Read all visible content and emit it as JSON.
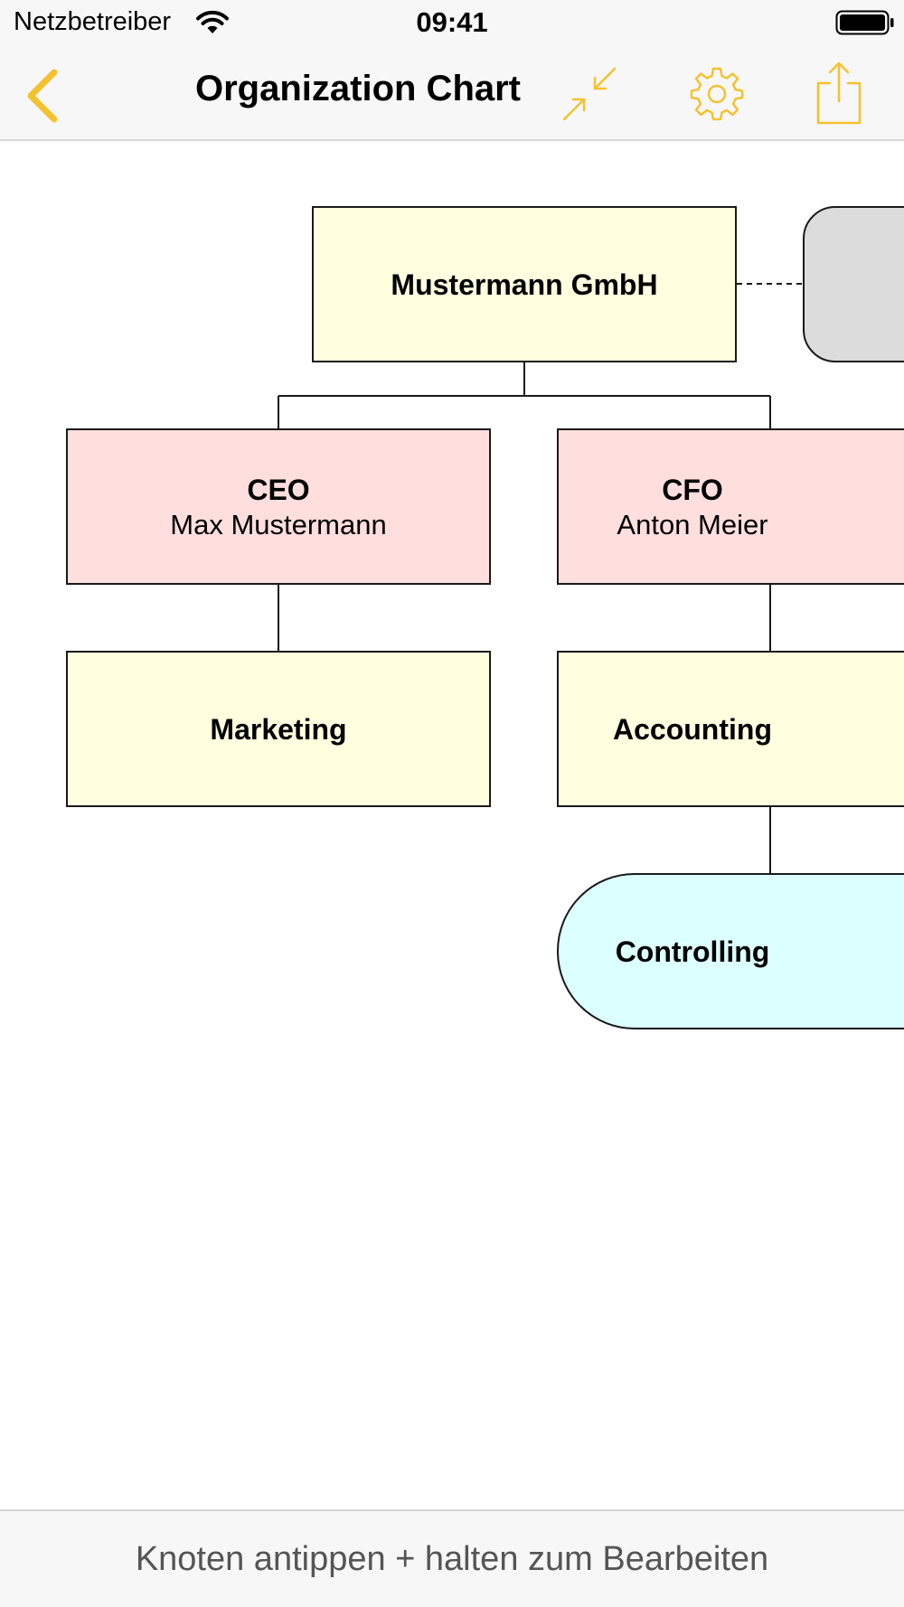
{
  "status_bar": {
    "carrier": "Netzbetreiber",
    "time": "09:41",
    "wifi_icon": "wifi-icon",
    "battery_icon": "battery-icon"
  },
  "nav_bar": {
    "title": "Organization Chart",
    "back_icon": "chevron-left-icon",
    "collapse_icon": "collapse-arrows-icon",
    "settings_icon": "gear-icon",
    "share_icon": "share-icon",
    "accent_color": "#f5c22f"
  },
  "org_chart": {
    "company": {
      "role": "Mustermann GmbH"
    },
    "grey_node": {
      "role": ""
    },
    "ceo": {
      "role": "CEO",
      "person": "Max Mustermann"
    },
    "cfo": {
      "role": "CFO",
      "person": "Anton Meier"
    },
    "marketing": {
      "role": "Marketing"
    },
    "accounting": {
      "role": "Accounting"
    },
    "controlling": {
      "role": "Controlling"
    },
    "colors": {
      "yellow_node": "#ffffe0",
      "pink_node": "#ffdede",
      "cyan_node": "#dcffff",
      "grey_node": "#dcdcdc"
    }
  },
  "hint": {
    "text": "Knoten antippen + halten zum Bearbeiten"
  }
}
